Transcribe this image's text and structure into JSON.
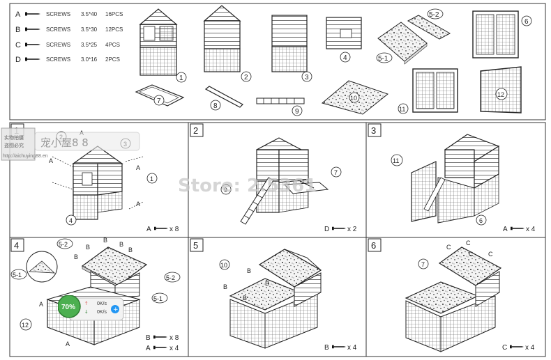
{
  "screws": [
    {
      "letter": "A",
      "name": "SCREWS",
      "size": "3.5*40",
      "qty": "16PCS"
    },
    {
      "letter": "B",
      "name": "SCREWS",
      "size": "3.5*30",
      "qty": "12PCS"
    },
    {
      "letter": "C",
      "name": "SCREWS",
      "size": "3.5*25",
      "qty": "4PCS"
    },
    {
      "letter": "D",
      "name": "SCREWS",
      "size": "3.0*16",
      "qty": "2PCS"
    }
  ],
  "parts": [
    "1",
    "2",
    "3",
    "4",
    "5-1",
    "5-2",
    "6",
    "7",
    "8",
    "9",
    "10",
    "11",
    "12"
  ],
  "steps": [
    {
      "num": "1",
      "usage": "A",
      "count": "x 8"
    },
    {
      "num": "2",
      "usage": "D",
      "count": "x 2"
    },
    {
      "num": "3",
      "usage": "A",
      "count": "x 4"
    },
    {
      "num": "4",
      "usage": "B",
      "count": "x 8",
      "usage2": "A",
      "count2": "x 4"
    },
    {
      "num": "5",
      "usage": "B",
      "count": "x 4"
    },
    {
      "num": "6",
      "usage": "C",
      "count": "x 4"
    }
  ],
  "watermarks": {
    "store": "Store: 2.5361",
    "stamp_line1": "实物拍摄",
    "stamp_line2": "盗图必究",
    "stamp_url": "http://aichuying88.en",
    "logo_text": "宠小屋8 8"
  },
  "overlay": {
    "percent": "70%",
    "up": "0K/s",
    "down": "0K/s"
  }
}
